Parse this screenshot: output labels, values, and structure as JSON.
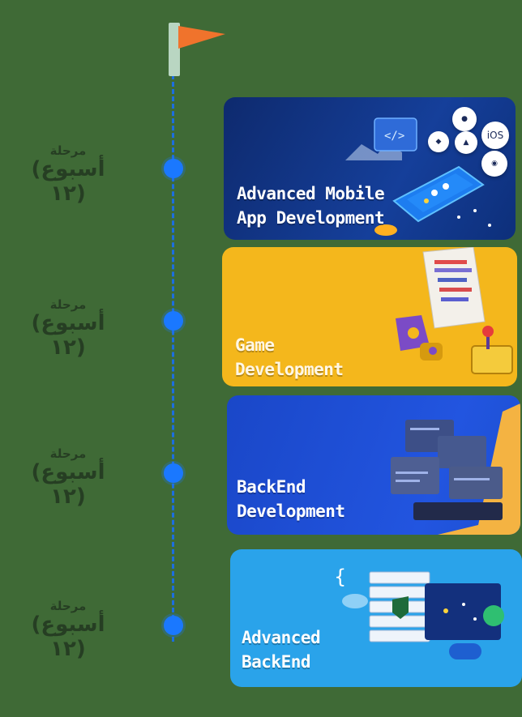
{
  "timeline": {
    "steps": [
      {
        "line1": "مرحلة",
        "line2": "(أسبوع ١٢)"
      },
      {
        "line1": "مرحلة",
        "line2": "(أسبوع ١٢)"
      },
      {
        "line1": "مرحلة",
        "line2": "(أسبوع ١٢)"
      },
      {
        "line1": "مرحلة",
        "line2": "(أسبوع ١٢)"
      }
    ]
  },
  "cards": [
    {
      "title_line1": "Advanced Mobile",
      "title_line2": "App Development",
      "color": "#0d2f7a"
    },
    {
      "title_line1": "Game",
      "title_line2": "Development",
      "color": "#f4b71c"
    },
    {
      "title_line1": "BackEnd",
      "title_line2": "Development",
      "color": "#1c4fd0"
    },
    {
      "title_line1": "Advanced",
      "title_line2": "BackEnd",
      "color": "#2aa3ea"
    }
  ],
  "mobile_badges": [
    "iOS"
  ],
  "colors": {
    "background": "#3f6a36",
    "timeline": "#1c6ee0",
    "flag": "#f0732c"
  }
}
